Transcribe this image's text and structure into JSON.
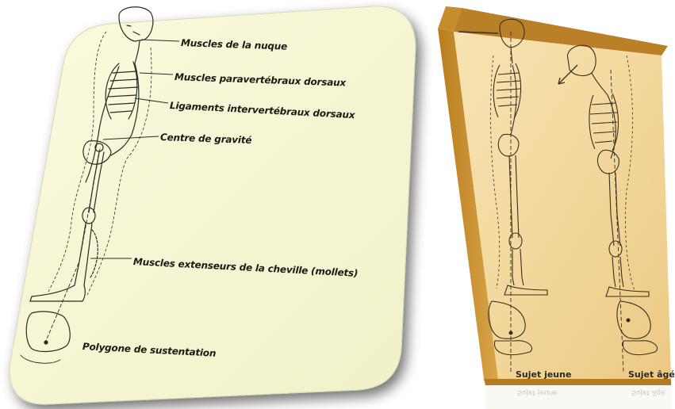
{
  "left_panel": {
    "labels": {
      "neck_muscles": "Muscles de la nuque",
      "dorsal_paravertebral": "Muscles paravertébraux dorsaux",
      "dorsal_ligaments": "Ligaments intervertébraux dorsaux",
      "center_of_gravity": "Centre de gravité",
      "ankle_extensors": "Muscles extenseurs de la cheville (mollets)",
      "support_polygon": "Polygone de sustentation"
    }
  },
  "right_panel": {
    "captions": {
      "young": "Sujet jeune",
      "old": "Sujet âgé"
    },
    "reflections": {
      "young": "Sujet jeune",
      "old": "Sujet âgé"
    }
  },
  "colors": {
    "left_card_fill": "#f7f7d4",
    "left_card_shadow": "#b9b9a8",
    "right_card_face": "#f1d79c",
    "right_card_edge": "#c58d2c",
    "line_ink": "#2b2b22"
  }
}
